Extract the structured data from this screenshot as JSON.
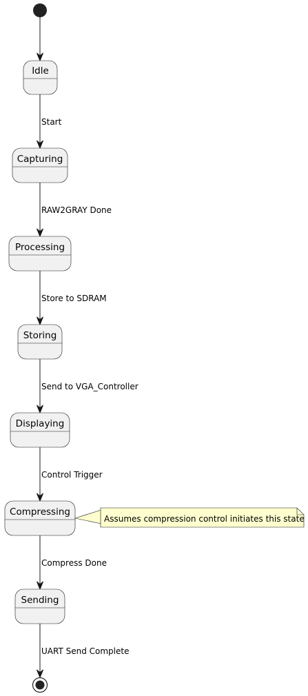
{
  "states": [
    {
      "label": "Idle"
    },
    {
      "label": "Capturing"
    },
    {
      "label": "Processing"
    },
    {
      "label": "Storing"
    },
    {
      "label": "Displaying"
    },
    {
      "label": "Compressing"
    },
    {
      "label": "Sending"
    }
  ],
  "transitions": [
    {
      "label": ""
    },
    {
      "label": "Start"
    },
    {
      "label": "RAW2GRAY Done"
    },
    {
      "label": "Store to SDRAM"
    },
    {
      "label": "Send to VGA_Controller"
    },
    {
      "label": "Control Trigger"
    },
    {
      "label": "Compress Done"
    },
    {
      "label": "UART Send Complete"
    }
  ],
  "note": {
    "text": "Assumes compression control initiates this state"
  },
  "colors": {
    "state_fill": "#f1f1f1",
    "note_fill": "#fefece",
    "line": "#181818"
  }
}
